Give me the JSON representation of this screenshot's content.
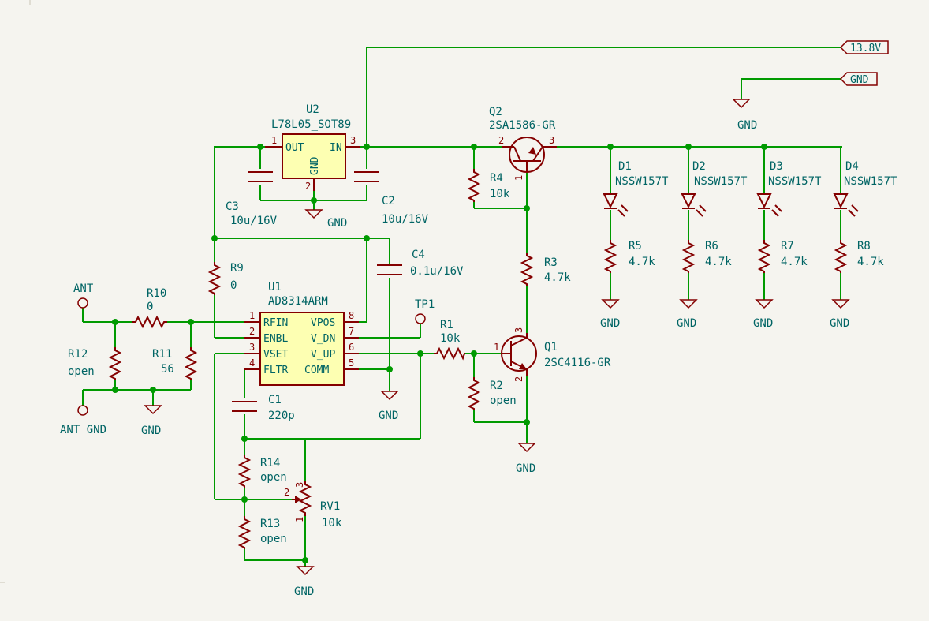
{
  "net_labels": {
    "v138": "13.8V",
    "gnd_label": "GND"
  },
  "power": {
    "gnd": "GND",
    "ant": "ANT",
    "ant_gnd": "ANT_GND",
    "tp1": "TP1"
  },
  "u2": {
    "ref": "U2",
    "value": "L78L05_SOT89",
    "pin_out": "OUT",
    "pin_in": "IN",
    "pin_gnd": "GND",
    "p1": "1",
    "p2": "2",
    "p3": "3"
  },
  "u1": {
    "ref": "U1",
    "value": "AD8314ARM",
    "left_pins": [
      {
        "num": "1",
        "name": "RFIN"
      },
      {
        "num": "2",
        "name": "ENBL"
      },
      {
        "num": "3",
        "name": "VSET"
      },
      {
        "num": "4",
        "name": "FLTR"
      }
    ],
    "right_pins": [
      {
        "num": "8",
        "name": "VPOS"
      },
      {
        "num": "7",
        "name": "V_DN"
      },
      {
        "num": "6",
        "name": "V_UP"
      },
      {
        "num": "5",
        "name": "COMM"
      }
    ]
  },
  "q1": {
    "ref": "Q1",
    "value": "2SC4116-GR",
    "p1": "1",
    "p2": "2",
    "p3": "3"
  },
  "q2": {
    "ref": "Q2",
    "value": "2SA1586-GR",
    "p1": "1",
    "p2": "2",
    "p3": "3"
  },
  "caps": {
    "c1": {
      "ref": "C1",
      "value": "220p"
    },
    "c2": {
      "ref": "C2",
      "value": "10u/16V"
    },
    "c3": {
      "ref": "C3",
      "value": "10u/16V"
    },
    "c4": {
      "ref": "C4",
      "value": "0.1u/16V"
    }
  },
  "resistors": {
    "r1": {
      "ref": "R1",
      "value": "10k"
    },
    "r2": {
      "ref": "R2",
      "value": "open"
    },
    "r3": {
      "ref": "R3",
      "value": "4.7k"
    },
    "r4": {
      "ref": "R4",
      "value": "10k"
    },
    "r5": {
      "ref": "R5",
      "value": "4.7k"
    },
    "r6": {
      "ref": "R6",
      "value": "4.7k"
    },
    "r7": {
      "ref": "R7",
      "value": "4.7k"
    },
    "r8": {
      "ref": "R8",
      "value": "4.7k"
    },
    "r9": {
      "ref": "R9",
      "value": "0"
    },
    "r10": {
      "ref": "R10",
      "value": "0"
    },
    "r11": {
      "ref": "R11",
      "value": "56"
    },
    "r12": {
      "ref": "R12",
      "value": "open"
    },
    "r13": {
      "ref": "R13",
      "value": "open"
    },
    "r14": {
      "ref": "R14",
      "value": "open"
    }
  },
  "rv1": {
    "ref": "RV1",
    "value": "10k",
    "p1": "1",
    "p2": "2",
    "p3": "3"
  },
  "leds": {
    "d1": {
      "ref": "D1",
      "value": "NSSW157T"
    },
    "d2": {
      "ref": "D2",
      "value": "NSSW157T"
    },
    "d3": {
      "ref": "D3",
      "value": "NSSW157T"
    },
    "d4": {
      "ref": "D4",
      "value": "NSSW157T"
    }
  }
}
